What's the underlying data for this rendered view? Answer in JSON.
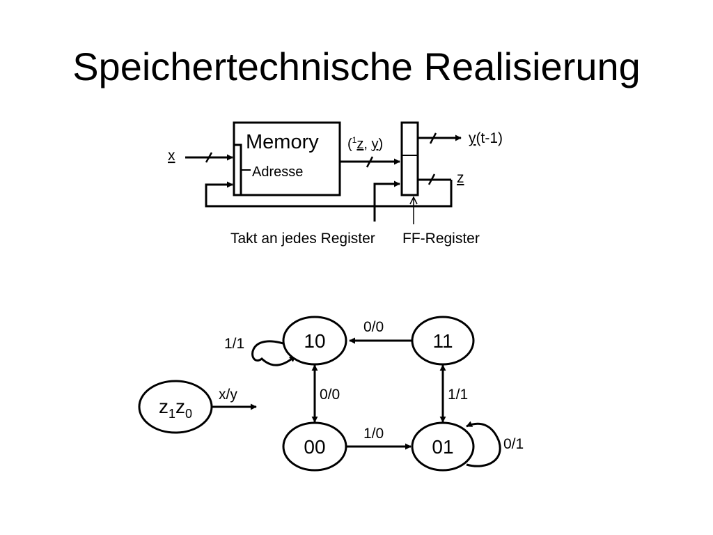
{
  "title": "Speichertechnische Realisierung",
  "circuit": {
    "input_label": "x",
    "memory_label": "Memory",
    "address_label": "Adresse",
    "bus_label": {
      "open": "(",
      "sup": "1",
      "z": "z",
      "comma": ", ",
      "y": "y",
      "close": ")"
    },
    "output_y": {
      "y": "y",
      "rest": "(t-1)"
    },
    "output_z": "z",
    "clock_caption": "Takt an jedes Register",
    "register_caption": "FF-Register"
  },
  "state_diagram": {
    "legend": {
      "z": "z",
      "sub1": "1",
      "z2": "z",
      "sub0": "0",
      "transition_label": "x/y"
    },
    "states": [
      "10",
      "11",
      "00",
      "01"
    ],
    "transitions": [
      {
        "from": "10",
        "to": "10",
        "label": "1/1"
      },
      {
        "from": "11",
        "to": "10",
        "label": "0/0"
      },
      {
        "from": "10",
        "to": "00",
        "label": "0/0"
      },
      {
        "from": "00",
        "to": "10",
        "label": "0/0"
      },
      {
        "from": "11",
        "to": "01",
        "label": "1/1"
      },
      {
        "from": "01",
        "to": "11",
        "label": "1/1"
      },
      {
        "from": "00",
        "to": "01",
        "label": "1/0"
      },
      {
        "from": "01",
        "to": "01",
        "label": "0/1"
      }
    ]
  }
}
